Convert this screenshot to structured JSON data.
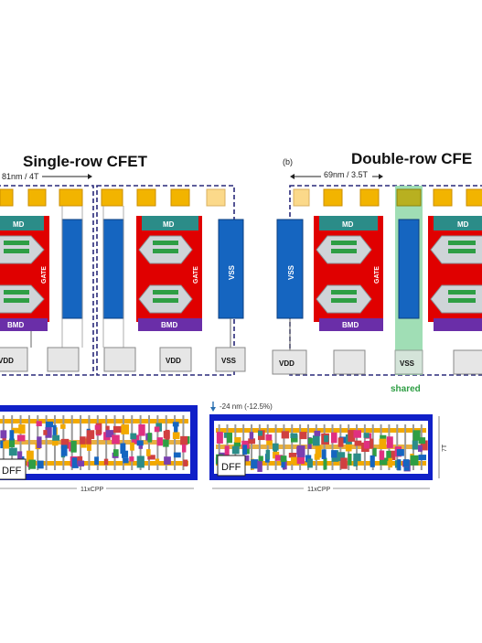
{
  "panel_a": {
    "title": "Single-row CFET",
    "dimension": "81nm / 4T",
    "labels": {
      "md": "MD",
      "gate": "GATE",
      "bmd": "BMD",
      "vss": "VSS",
      "vdd": "VDD"
    }
  },
  "panel_b": {
    "tag": "(b)",
    "title": "Double-row CFE",
    "dimension": "69nm / 3.5T",
    "shared": "shared",
    "labels": {
      "md": "MD",
      "gate": "GATE",
      "bmd": "BMD",
      "vss": "VSS",
      "vdd": "VDD"
    }
  },
  "layout_bottom": {
    "reduction": "-24 nm (-12.5%)",
    "dff_left": "DFF",
    "dff_right": "DFF",
    "cpp_left": "11xCPP",
    "cpp_right": "11xCPP",
    "height_label": "7T"
  },
  "colors": {
    "dashed_border": "#2a2a7a",
    "pad": "#f2b400",
    "pad_light": "#fbd98a",
    "rail_blue": "#1565c0",
    "gate_red": "#e00000",
    "md_teal": "#2b8c88",
    "fin_green": "#2e9e44",
    "bmd_purple": "#6a2ea8",
    "shared_green": "#8fd8a8",
    "shared_text": "#2e9e44",
    "layout_blue": "#1020c8"
  }
}
